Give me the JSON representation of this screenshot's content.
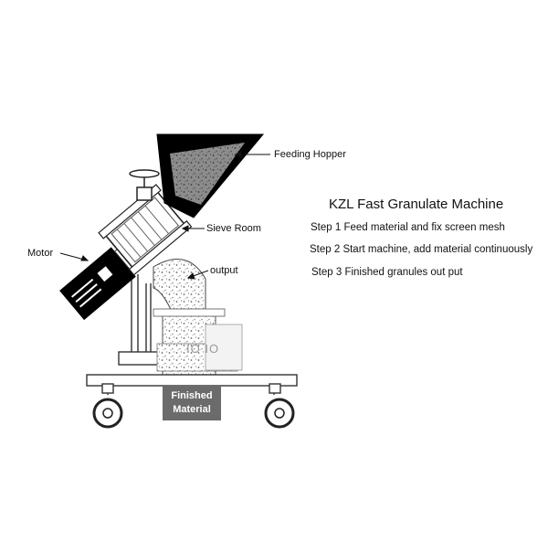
{
  "diagram": {
    "labels": {
      "feeding_hopper": "Feeding Hopper",
      "sieve_room": "Sieve Room",
      "motor": "Motor",
      "output": "output",
      "io_text": "IO IO"
    },
    "finished_material": {
      "line1": "Finished",
      "line2": "Material"
    }
  },
  "description": {
    "title": "KZL Fast Granulate Machine",
    "steps": [
      "Step 1 Feed material and fix screen mesh",
      "Step 2 Start machine, add material continuously",
      "Step 3 Finished granules out put"
    ]
  },
  "colors": {
    "hopper": "#000000",
    "motor_body": "#000000",
    "finished_box": "#6b6b6b",
    "line": "#222222"
  }
}
